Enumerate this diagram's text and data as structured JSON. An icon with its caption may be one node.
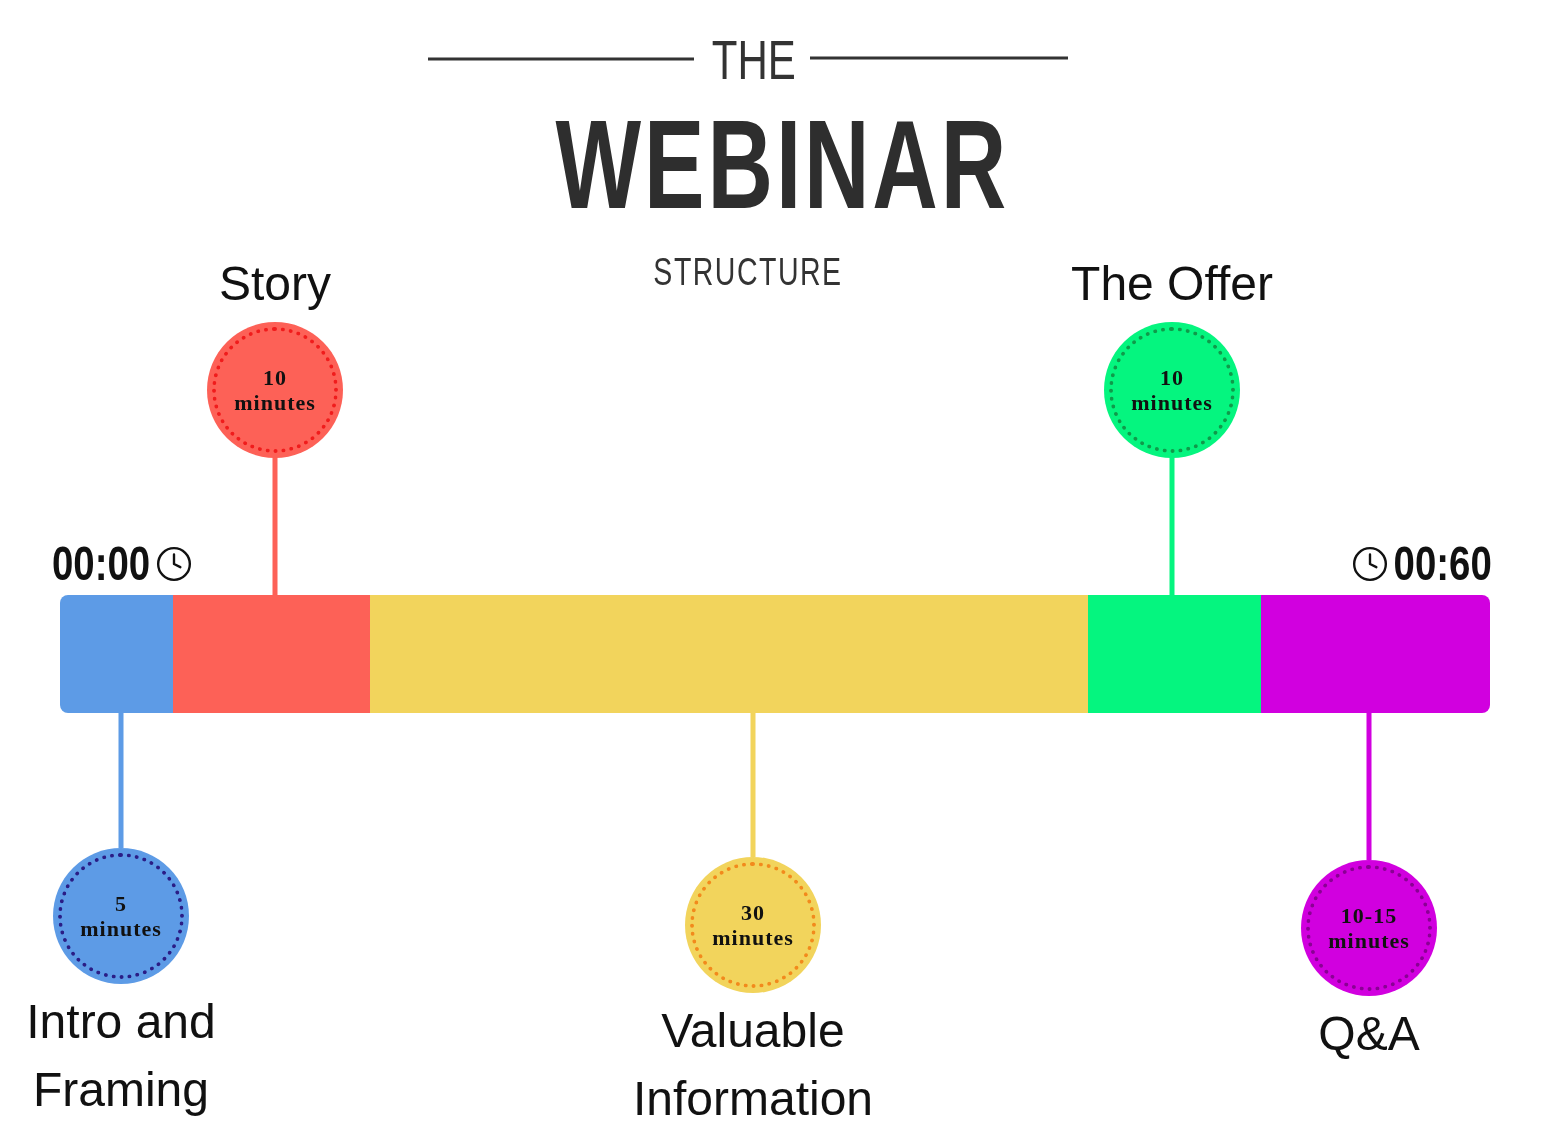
{
  "diagram": {
    "title": "WEBINAR",
    "nodes": [
      {
        "text": [],
        "shape": "bar"
      },
      {
        "text": [],
        "shape": "bar"
      },
      {
        "text": [],
        "shape": "bar"
      },
      {
        "text": [],
        "shape": "bar"
      },
      {
        "text": [],
        "shape": "bar"
      },
      {
        "text": [
          "Story",
          "10 minutes"
        ]
      },
      {
        "text": [
          "The Offer",
          "10 minutes"
        ]
      },
      {
        "text": [
          "5 minutes",
          "Intro and Framing"
        ]
      },
      {
        "text": [
          "30 minutes",
          "Valuable Information"
        ]
      },
      {
        "text": [
          "10-15 minutes",
          "Q&A"
        ]
      }
    ],
    "edges": [
      {
        "from": 5,
        "to": 1,
        "arrow": "none",
        "color": "#fd6157"
      },
      {
        "from": 6,
        "to": 3,
        "arrow": "none",
        "color": "#05f57f"
      },
      {
        "from": 7,
        "to": 0,
        "arrow": "none",
        "color": "#5d9be6"
      },
      {
        "from": 8,
        "to": 2,
        "arrow": "none",
        "color": "#f2d45c"
      },
      {
        "from": 9,
        "to": 4,
        "arrow": "none",
        "color": "#d100df"
      }
    ],
    "labels": [
      "THE",
      "STRUCTURE",
      "00:00",
      "00:60"
    ]
  }
}
